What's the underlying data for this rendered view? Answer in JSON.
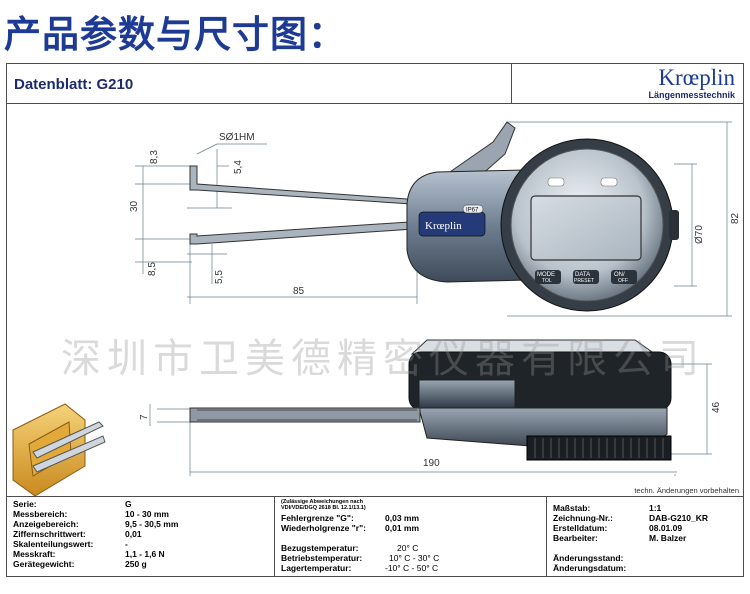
{
  "page_title": "产品参数与尺寸图：",
  "header": {
    "datasheet_title": "Datenblatt:  G210",
    "brand": "Krœplin",
    "brand_sub": "Längenmesstechnik"
  },
  "drawing": {
    "dim_s": "SØ1HM",
    "dim_8_3": "8,3",
    "dim_5_4": "5,4",
    "dim_30": "30",
    "dim_8_5": "8,5",
    "dim_5_5": "5,5",
    "dim_85": "85",
    "dim_d70": "Ø70",
    "dim_82": "82",
    "dim_7": "7",
    "dim_46": "46",
    "dim_190": "190",
    "ip_badge": "IP67",
    "body_brand": "Krœplin",
    "btn_mode": "MODE",
    "btn_mode_sub": "TOL",
    "btn_data": "DATA",
    "btn_data_sub": "PRESET",
    "btn_on": "ON/",
    "btn_on_sub": "OFF"
  },
  "watermark": "深圳市卫美德精密仪器有限公司",
  "footnote": "techn. Änderungen vorbehalten",
  "specs": {
    "col1": [
      {
        "k": "Serie:",
        "v": "G"
      },
      {
        "k": "Messbereich:",
        "v": "10 - 30 mm"
      },
      {
        "k": "Anzeigebereich:",
        "v": "9,5 - 30,5 mm"
      },
      {
        "k": "Ziffernschrittwert:",
        "v": "0,01"
      },
      {
        "k": "Skalenteilungswert:",
        "v": "-"
      },
      {
        "k": "Messkraft:",
        "v": "1,1 - 1,6 N"
      },
      {
        "k": "Gerätegewicht:",
        "v": "250 g"
      }
    ],
    "col2_note1": "(Zulässige Abweichungen nach",
    "col2_note2": "VDI/VDE/DGQ 2618 Bl. 12.1/13.1)",
    "col2": [
      {
        "k": "Fehlergrenze \"G\":",
        "v": "0,03 mm"
      },
      {
        "k": "Wiederholgrenze \"r\":",
        "v": "0,01 mm"
      }
    ],
    "col2_temps": [
      {
        "k": "Bezugstemperatur:",
        "v": "20° C"
      },
      {
        "k": "Betriebstemperatur:",
        "v": "10° C - 30° C"
      },
      {
        "k": "Lagertemperatur:",
        "v": "-10° C - 50° C"
      }
    ],
    "col3": [
      {
        "k": "Maßstab:",
        "v": "1:1"
      },
      {
        "k": "Zeichnung-Nr.:",
        "v": "DAB-G210_KR"
      },
      {
        "k": "Erstelldatum:",
        "v": "08.01.09"
      },
      {
        "k": "Bearbeiter:",
        "v": "M. Balzer"
      }
    ],
    "col3_b": [
      {
        "k": "Änderungsstand:",
        "v": ""
      },
      {
        "k": "Änderungsdatum:",
        "v": ""
      }
    ]
  }
}
